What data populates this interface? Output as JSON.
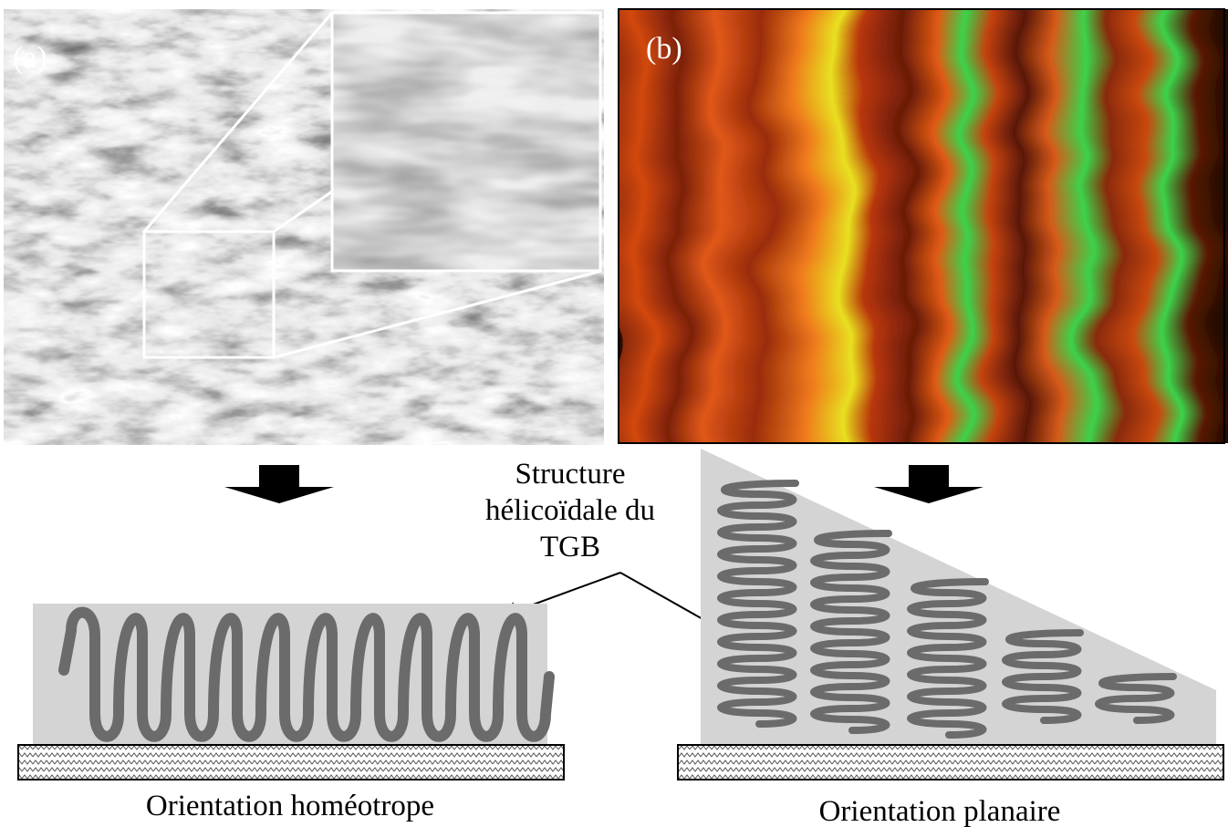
{
  "panels": {
    "a": {
      "label": "(a)"
    },
    "b": {
      "label": "(b)"
    }
  },
  "callout": {
    "line1": "Structure",
    "line2": "hélicoïdale du",
    "line3": "TGB"
  },
  "captions": {
    "left": "Orientation homéotrope",
    "right": "Orientation planaire"
  },
  "colors": {
    "micrograph_a": "grayscale",
    "micrograph_b_base": "#d2480f",
    "micrograph_b_highlight": "#e8e020",
    "micrograph_b_edge": "#3cd24a",
    "helix": "#6e6e6e",
    "background_slab": "#d4d4d4",
    "substrate": "#ffffff"
  },
  "icons": [
    "down-arrow-icon",
    "down-arrow-icon"
  ]
}
